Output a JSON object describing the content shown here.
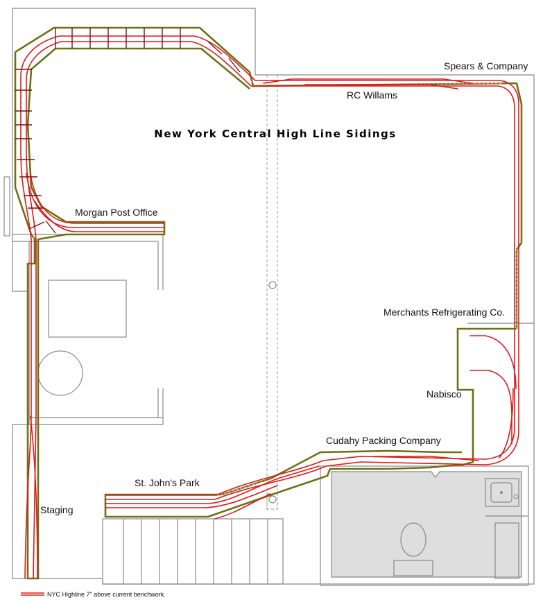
{
  "title": "New York Central High Line Sidings",
  "labels": {
    "spears": "Spears & Company",
    "rc_williams": "RC Willams",
    "morgan": "Morgan Post Office",
    "merchants": "Merchants Refrigerating Co.",
    "nabisco": "Nabisco",
    "cudahy": "Cudahy Packing Company",
    "st_johns": "St. John's Park",
    "staging": "Staging"
  },
  "legend": {
    "text": "NYC Highline 7\" above current benchwork."
  },
  "colors": {
    "track": "#e01818",
    "benchwork": "#6e7014",
    "walls": "#888888",
    "fixtures": "#dedede"
  }
}
